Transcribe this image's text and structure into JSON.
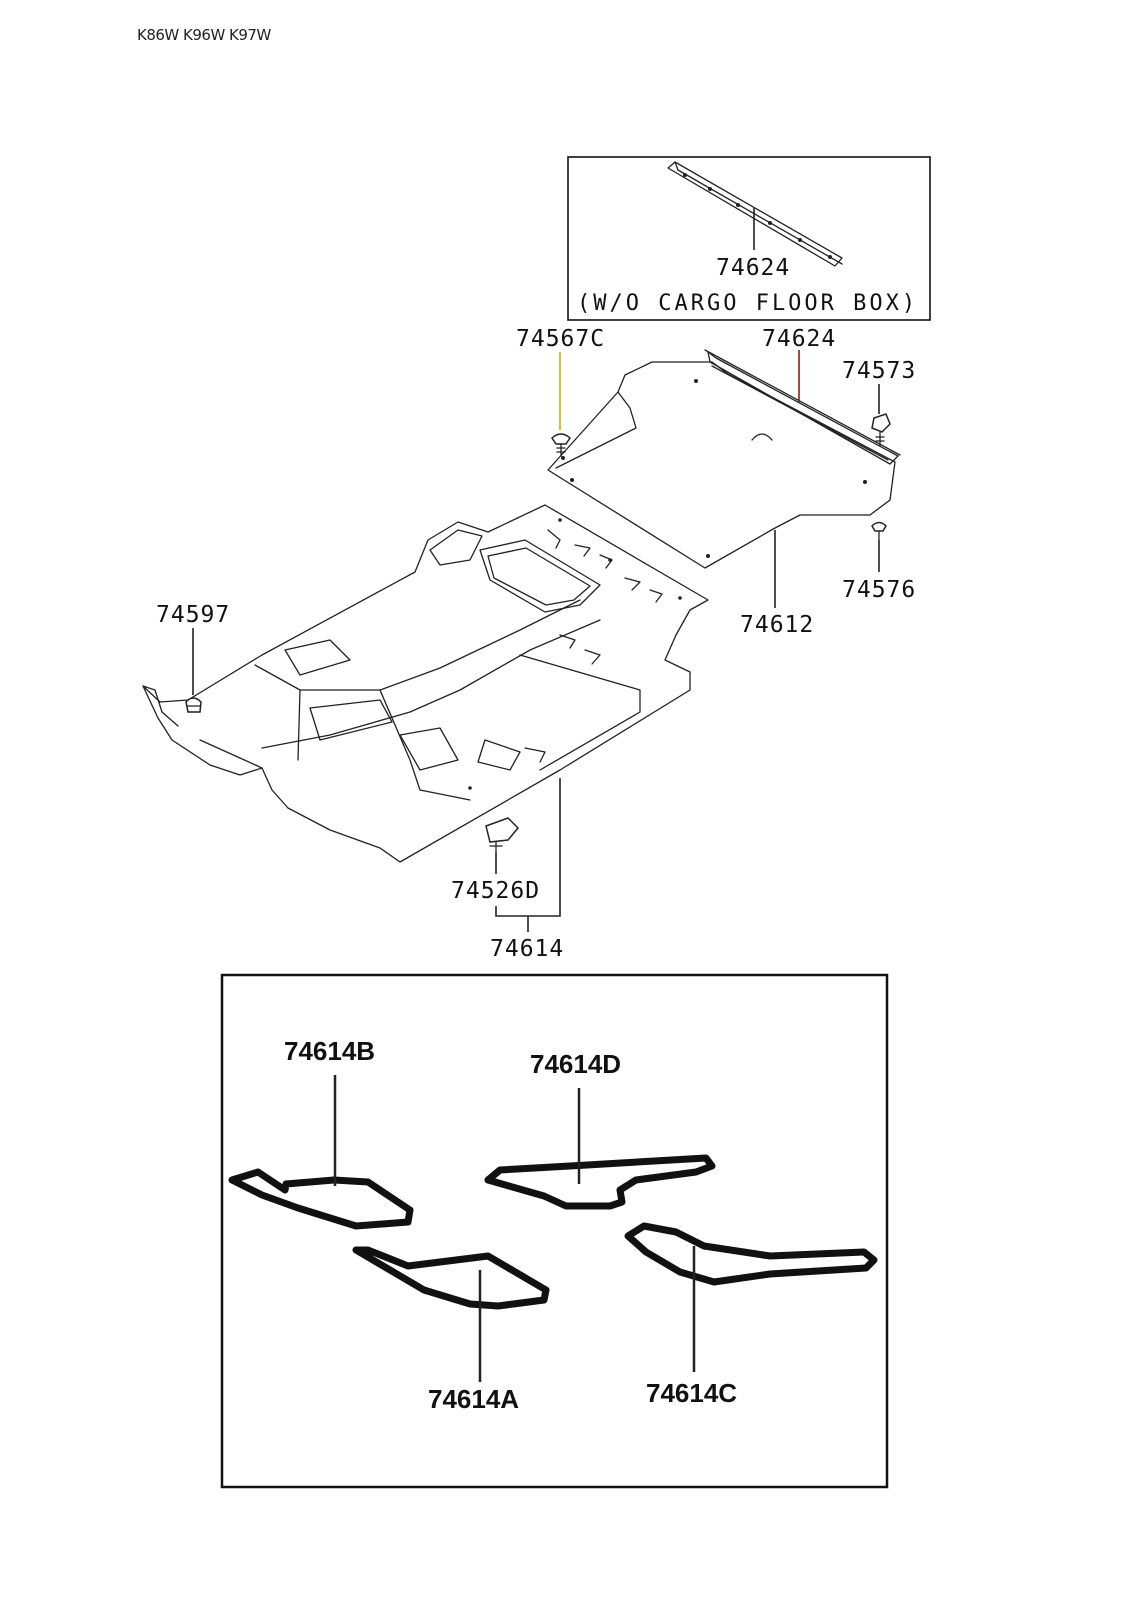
{
  "header_code": "K86W K96W K97W",
  "inset_top": {
    "part": "74624",
    "note": "(W/O CARGO FLOOR BOX)"
  },
  "callouts": {
    "c74567c": "74567C",
    "c74624": "74624",
    "c74573": "74573",
    "c74576": "74576",
    "c74612": "74612",
    "c74597": "74597",
    "c74526d": "74526D",
    "c74614": "74614"
  },
  "inset_bottom": {
    "b": "74614B",
    "d": "74614D",
    "a": "74614A",
    "c": "74614C"
  }
}
